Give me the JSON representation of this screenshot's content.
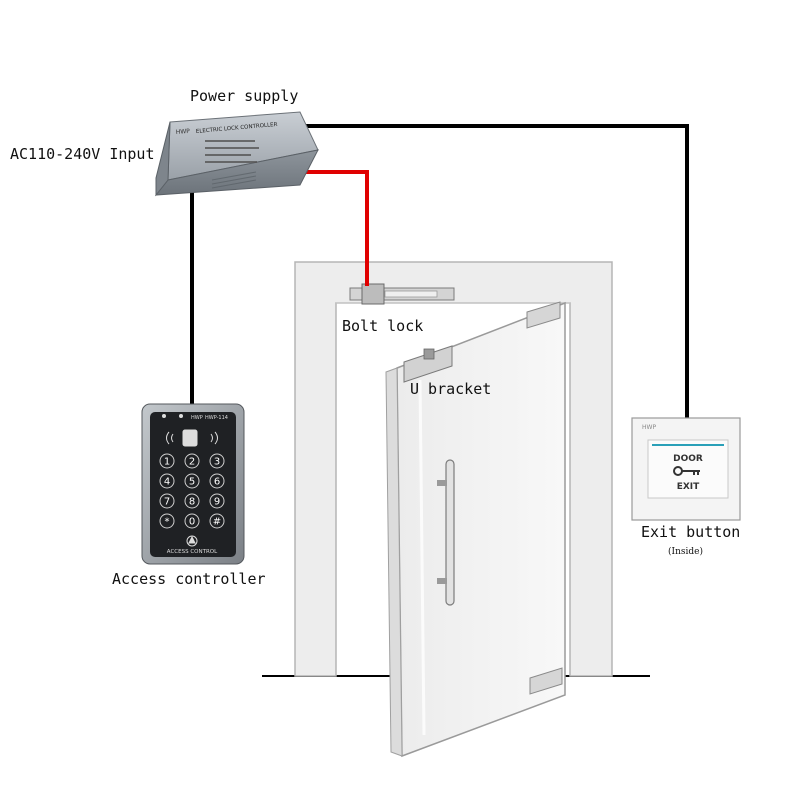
{
  "labels": {
    "power_supply": "Power supply",
    "ac_input": "AC110-240V Input",
    "bolt_lock": "Bolt lock",
    "u_bracket": "U bracket",
    "access_controller": "Access controller",
    "exit_button": "Exit button",
    "exit_button_note": "(Inside)"
  },
  "power_supply_box": {
    "brand": "HWP",
    "title": "ELECTRIC LOCK CONTROLLER"
  },
  "keypad": {
    "brand": "HWP",
    "model": "HWP-114",
    "keys": [
      "1",
      "2",
      "3",
      "4",
      "5",
      "6",
      "7",
      "8",
      "9",
      "*",
      "0",
      "#"
    ],
    "footer": "ACCESS CONTROL"
  },
  "exit_panel": {
    "brand": "HWP",
    "line1": "DOOR",
    "line2": "EXIT"
  },
  "colors": {
    "wire_black": "#000000",
    "wire_red": "#e00000",
    "frame_fill": "#eeeeee",
    "keypad_body": "#222222",
    "keypad_bezel": "#9aa0a6",
    "key_text": "#ffffff"
  }
}
